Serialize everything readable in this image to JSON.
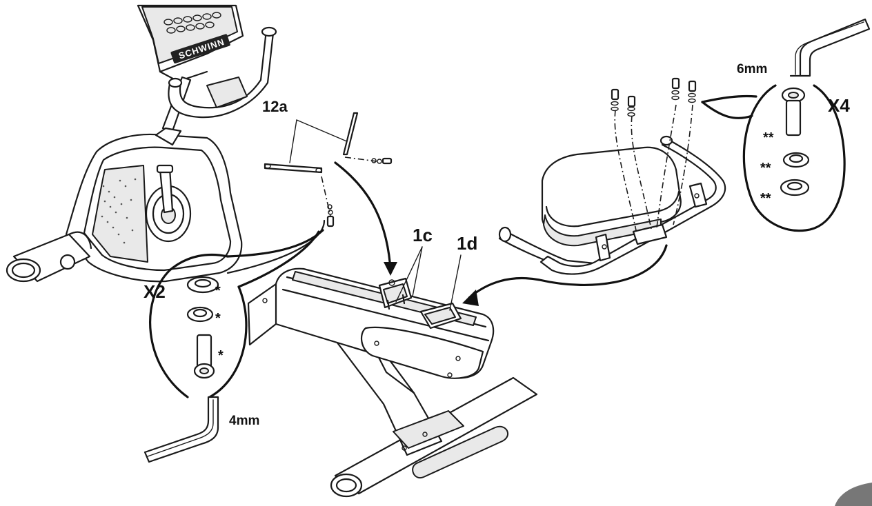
{
  "labels": {
    "part_12a": "12a",
    "part_1c": "1c",
    "part_1d": "1d",
    "qty_left": "X2",
    "qty_right": "X4",
    "tool_left": "4mm",
    "tool_right": "6mm",
    "brand": "SCHWINN"
  },
  "markers": {
    "single": "*",
    "double": "**"
  }
}
